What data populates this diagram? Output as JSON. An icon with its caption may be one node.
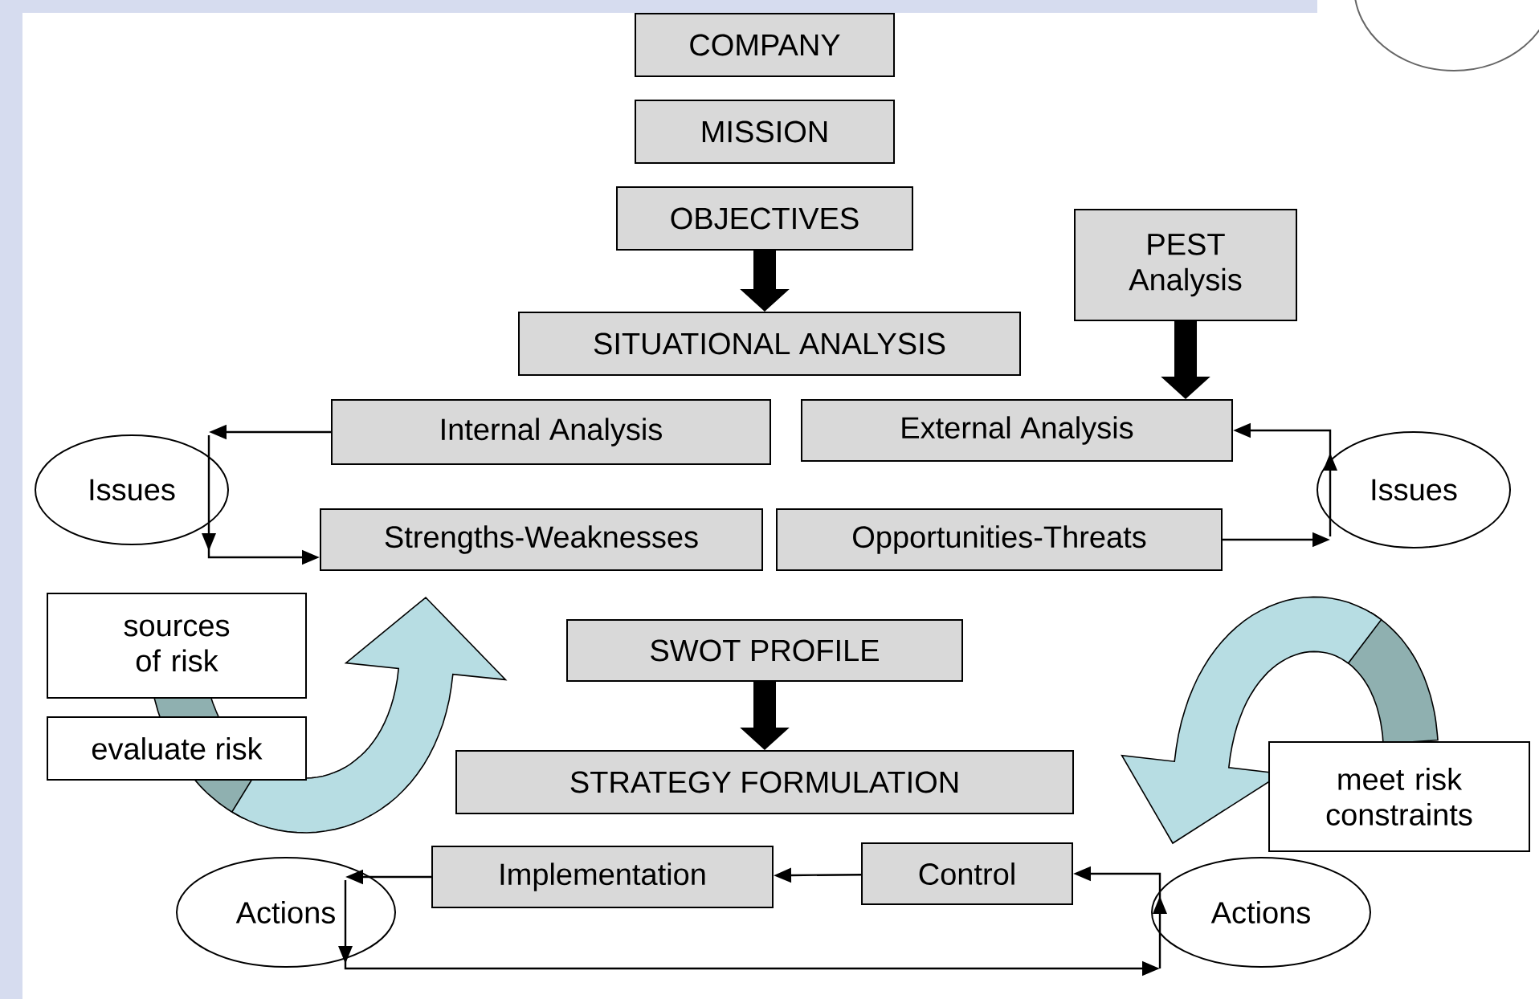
{
  "diagram": {
    "nodes": [
      {
        "text": [
          "COMPANY"
        ]
      },
      {
        "text": [
          "MISSION"
        ]
      },
      {
        "text": [
          "OBJECTIVES"
        ]
      },
      {
        "text": [
          "SITUATIONAL ANALYSIS"
        ]
      },
      {
        "text": [
          "PEST Analysis"
        ]
      },
      {
        "text": [
          "Internal Analysis"
        ]
      },
      {
        "text": [
          "External Analysis"
        ]
      },
      {
        "text": [
          "Issues"
        ]
      },
      {
        "text": [
          "Strengths-Weaknesses"
        ]
      },
      {
        "text": [
          "Opportunities-Threats"
        ]
      },
      {
        "text": [
          "Issues"
        ]
      },
      {
        "text": [
          "sources of risk"
        ]
      },
      {
        "text": [
          "evaluate risk"
        ]
      },
      {
        "text": [
          "SWOT PROFILE"
        ]
      },
      {
        "text": [
          "STRATEGY FORMULATION"
        ]
      },
      {
        "text": [
          "meet risk constraints"
        ]
      },
      {
        "text": [
          "Implementation"
        ]
      },
      {
        "text": [
          "Control"
        ]
      },
      {
        "text": [
          "Actions"
        ]
      },
      {
        "text": [
          "Actions"
        ]
      }
    ],
    "edges": [
      {
        "from": 2,
        "to": 3,
        "arrow": "to",
        "style": "thick"
      },
      {
        "from": 4,
        "to": 6,
        "arrow": "to",
        "style": "thick"
      },
      {
        "from": 5,
        "to": 7,
        "arrow": "to"
      },
      {
        "from": 7,
        "to": 8,
        "arrow": "to"
      },
      {
        "from": 9,
        "to": 10,
        "arrow": "to"
      },
      {
        "from": 10,
        "to": 6,
        "arrow": "to"
      },
      {
        "from": 13,
        "to": 14,
        "arrow": "to",
        "style": "thick"
      },
      {
        "from": 17,
        "to": 16,
        "arrow": "to"
      },
      {
        "from": 16,
        "to": 18,
        "arrow": "to"
      },
      {
        "from": 18,
        "to": 19,
        "arrow": "to"
      },
      {
        "from": 19,
        "to": 17,
        "arrow": "to"
      }
    ]
  }
}
